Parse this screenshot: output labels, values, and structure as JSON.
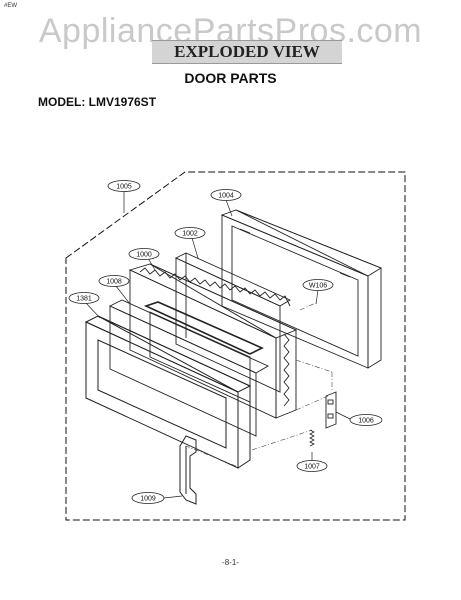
{
  "header": {
    "corner_code": "#EW",
    "watermark": "AppliancePartsPros.com",
    "banner": "EXPLODED VIEW"
  },
  "section_title": "DOOR PARTS",
  "model_label": "MODEL: LMV1976ST",
  "callouts": {
    "c1005": "1005",
    "c1004": "1004",
    "c1002": "1002",
    "c1000": "1000",
    "c1008": "1008",
    "c1381": "1381",
    "cW106": "W106",
    "c1006": "1006",
    "c1007": "1007",
    "c1009": "1009"
  },
  "footer": {
    "page_number": "-8-1-"
  }
}
